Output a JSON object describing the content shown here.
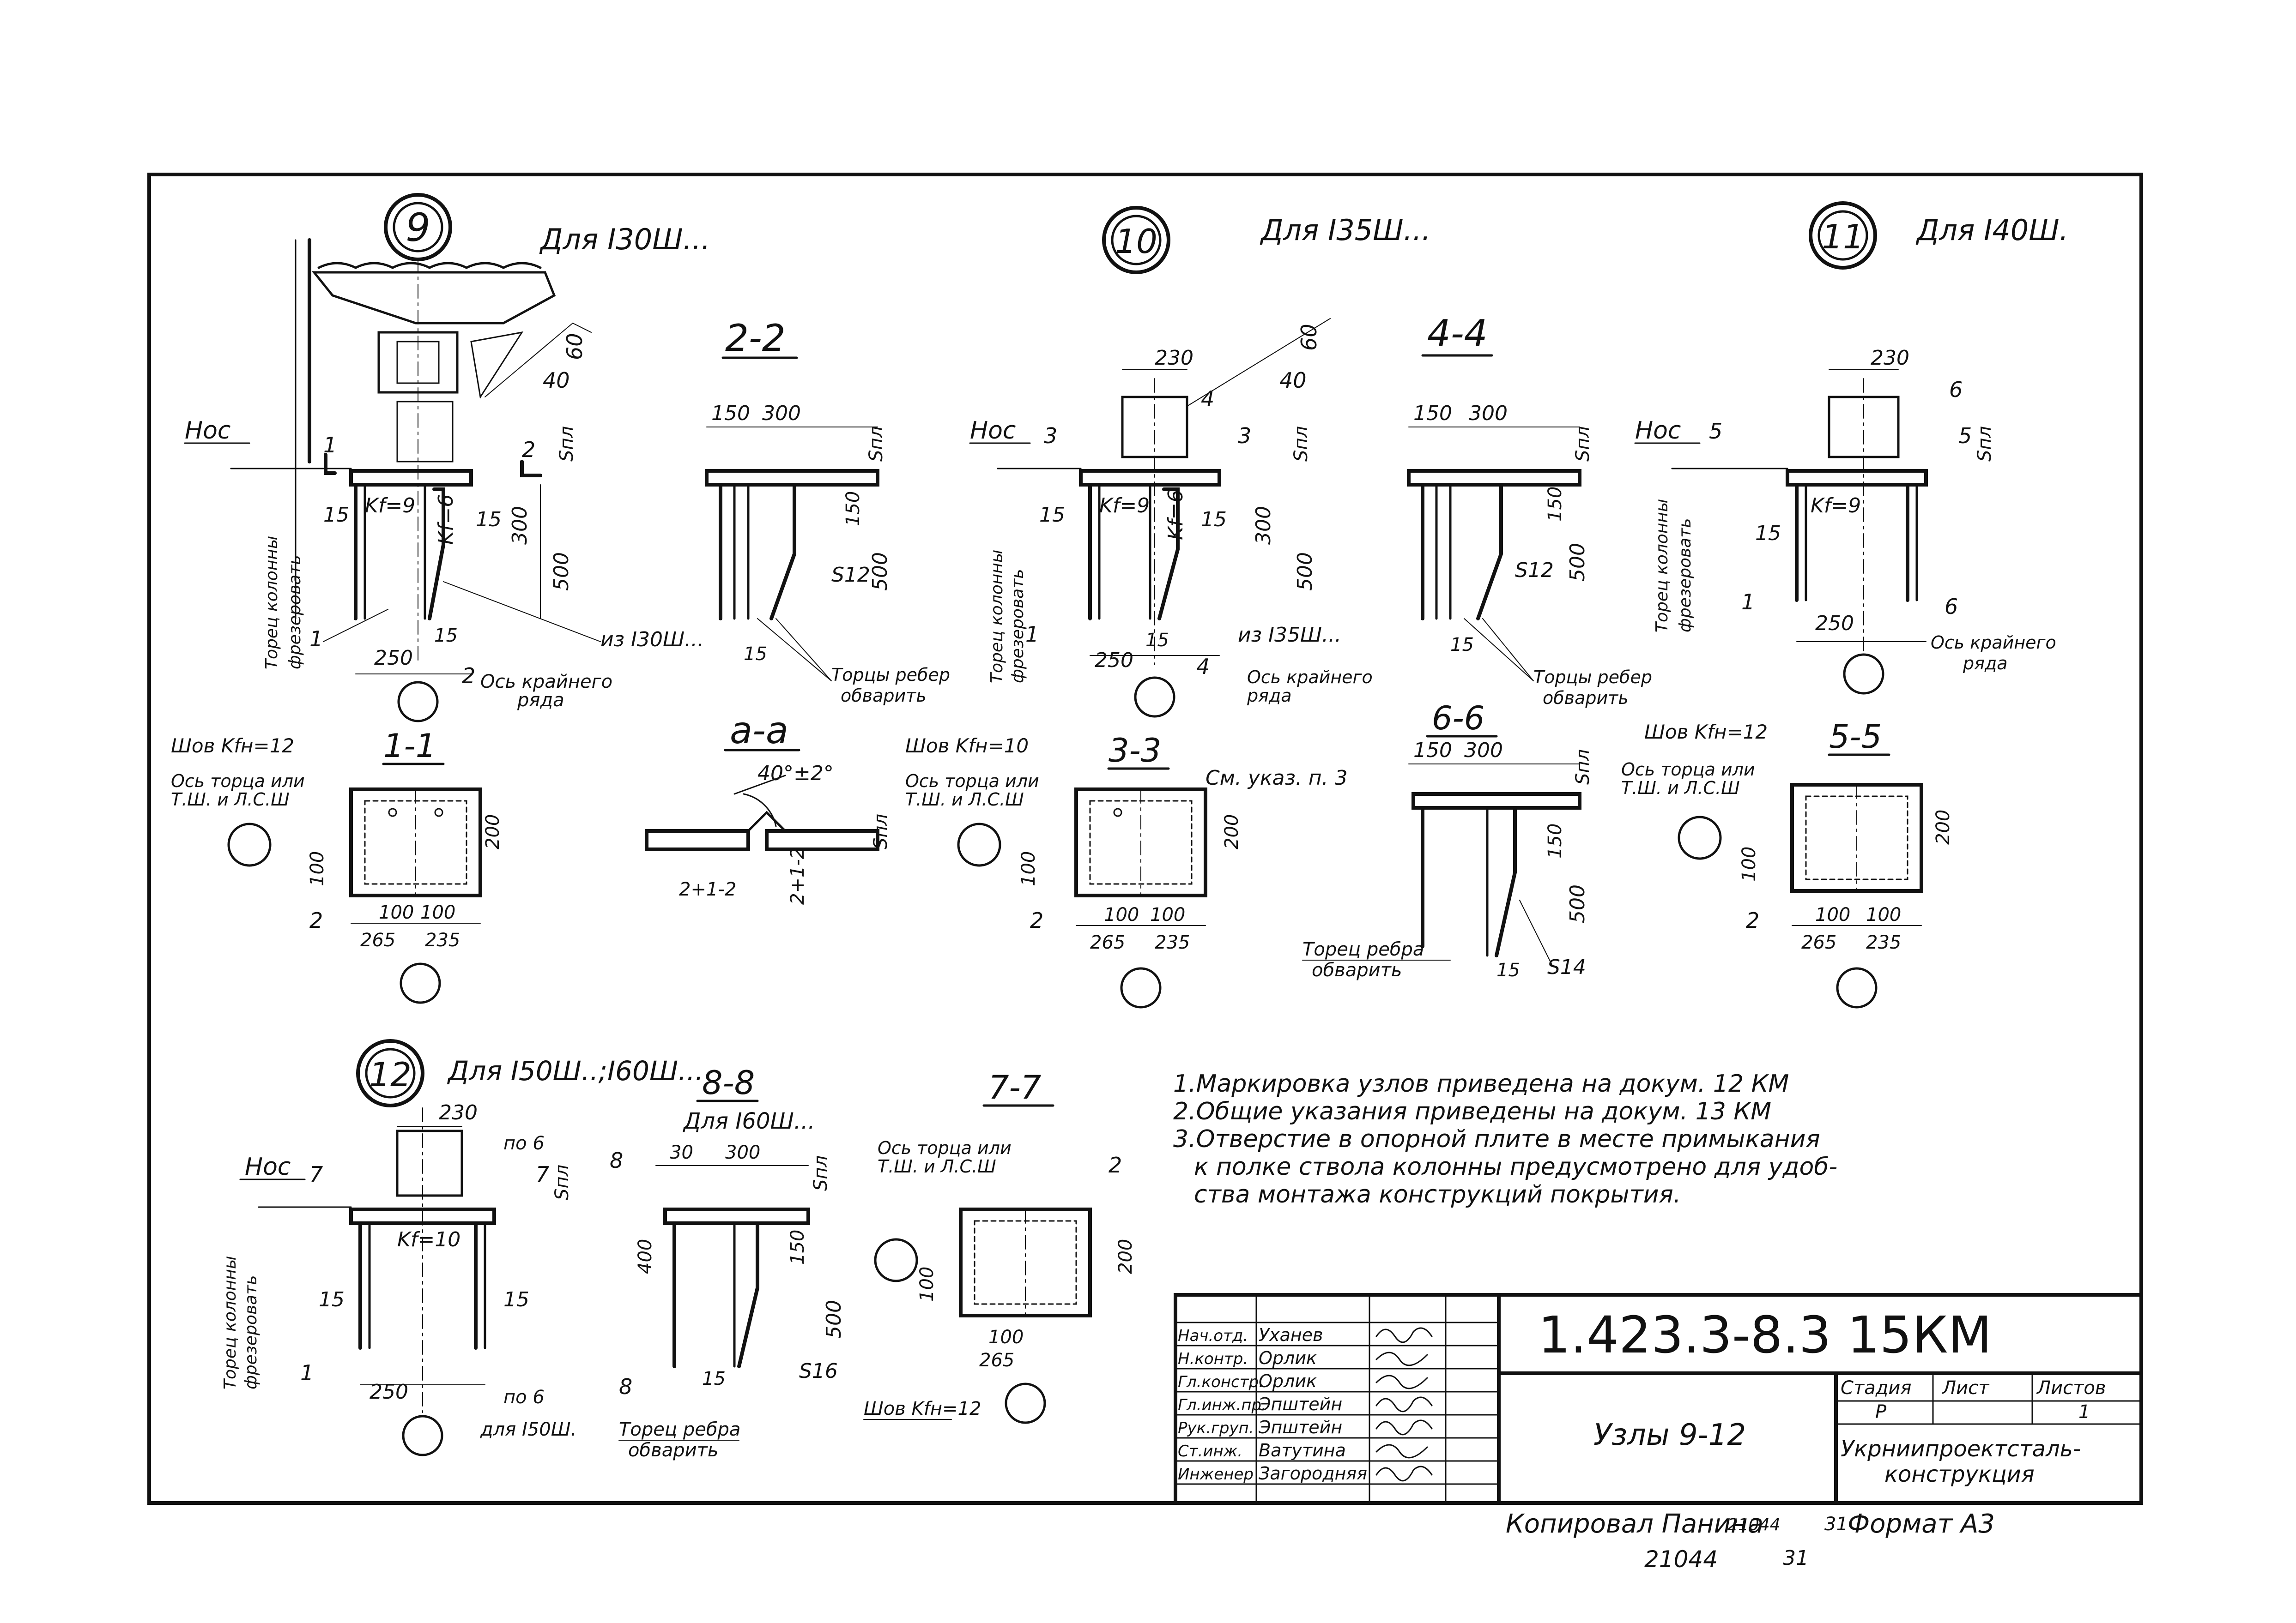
{
  "nodes": {
    "n9": {
      "num": "9",
      "caption": "Для I30Ш..."
    },
    "n10": {
      "num": "10",
      "caption": "Для I35Ш..."
    },
    "n11": {
      "num": "11",
      "caption": "Для I40Ш."
    },
    "n12": {
      "num": "12",
      "caption": "Для I50Ш..;I60Ш..."
    }
  },
  "sections": {
    "s22": "2-2",
    "s44": "4-4",
    "saa": "а-а",
    "s11": "1-1",
    "s33": "3-3",
    "s66": "6-6",
    "s55": "5-5",
    "s88": "8-8",
    "s77": "7-7",
    "s88_caption": "Для I60Ш..."
  },
  "labels": {
    "h_og": "Нос",
    "s_pl": "Sпл",
    "column_end_1": "Торец колонны",
    "column_end_2": "фрезеровать",
    "edge_axis_1": "Ось крайнего",
    "edge_axis_2": "ряда",
    "rib_end_1": "Торцы ребер",
    "rib_end_2": "обварить",
    "rib_end_single": "Торец ребра",
    "from_i30": "из I30Ш...",
    "from_i35": "из I35Ш...",
    "axis_end_1": "Ось торца или",
    "axis_end_2": "Т.Ш. и Л.С.Ш",
    "weld_12": "Шов Kfн=12",
    "weld_10": "Шов Kfн=10",
    "see_note": "См. указ. п. 3",
    "kf9": "Kf=9",
    "kf6": "Kf=6",
    "kf10": "Kf=10",
    "s12": "S12",
    "s14": "S14",
    "s16": "S16",
    "angle": "40°±2°",
    "gap1": "2+1-2",
    "gap2": "2+1-2",
    "for_i50": "для I50Ш.",
    "by6": "по 6"
  },
  "dims": {
    "d150": "150",
    "d300": "300",
    "d230": "230",
    "d250": "250",
    "d500": "500",
    "d15": "15",
    "d100": "100",
    "d200": "200",
    "d265": "265",
    "d235": "235",
    "d40": "40",
    "d60": "60",
    "d1": "1",
    "d2": "2",
    "d3": "3",
    "d4": "4",
    "d5": "5",
    "d6": "6",
    "d7": "7",
    "d8": "8",
    "d10": "10",
    "d400": "400",
    "d30": "30"
  },
  "notes": [
    "1.Маркировка узлов приведена на докум. 12 КМ",
    "2.Общие указания приведены на докум. 13 КМ",
    "3.Отверстие в опорной плите в месте примыкания",
    "к полке ствола колонны предусмотрено для удоб-",
    "ства монтажа конструкций покрытия."
  ],
  "title_block": {
    "doc_code": "1.423.3-8.3 15КМ",
    "title": "Узлы 9-12",
    "stage_label": "Стадия",
    "sheet_label": "Лист",
    "sheets_label": "Листов",
    "stage": "Р",
    "sheets": "1",
    "org_1": "Укрниипроектсталь-",
    "org_2": "конструкция",
    "roles": [
      {
        "role": "Нач.отд.",
        "name": "Уханев"
      },
      {
        "role": "Н.контр.",
        "name": "Орлик"
      },
      {
        "role": "Гл.констр.",
        "name": "Орлик"
      },
      {
        "role": "Гл.инж.пр.",
        "name": "Эпштейн"
      },
      {
        "role": "Рук.груп.",
        "name": "Эпштейн"
      },
      {
        "role": "Ст.инж.",
        "name": "Ватутина"
      },
      {
        "role": "Инженер",
        "name": "Загородняя"
      }
    ]
  },
  "footer": {
    "copied": "Копировал Панина",
    "num": "21044",
    "sub": "31",
    "format": "Формат А3"
  }
}
